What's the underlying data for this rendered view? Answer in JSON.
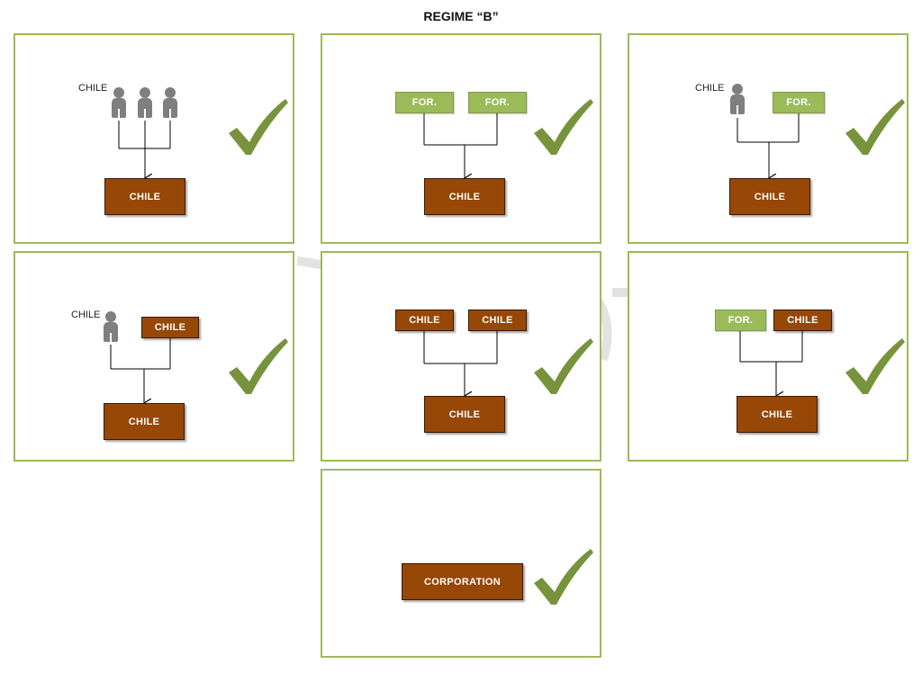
{
  "title": "REGIME “B”",
  "colors": {
    "panel_border": "#9bbb59",
    "chile_box": "#974706",
    "foreign_box": "#9bbb59",
    "check": "#77933c",
    "person": "#7f7f7f"
  },
  "panels": [
    {
      "person_label": "CHILE",
      "shareholders": [
        {
          "kind": "person",
          "icon": "person-icon"
        },
        {
          "kind": "person",
          "icon": "person-icon"
        },
        {
          "kind": "person",
          "icon": "person-icon"
        }
      ],
      "company": "CHILE",
      "status_icon": "checkmark-icon"
    },
    {
      "shareholders": [
        {
          "kind": "box",
          "label": "FOR."
        },
        {
          "kind": "box",
          "label": "FOR."
        }
      ],
      "company": "CHILE",
      "status_icon": "checkmark-icon"
    },
    {
      "person_label": "CHILE",
      "shareholders": [
        {
          "kind": "person",
          "icon": "person-icon"
        },
        {
          "kind": "box",
          "label": "FOR."
        }
      ],
      "company": "CHILE",
      "status_icon": "checkmark-icon"
    },
    {
      "person_label": "CHILE",
      "shareholders": [
        {
          "kind": "person",
          "icon": "person-icon"
        },
        {
          "kind": "box",
          "label": "CHILE"
        }
      ],
      "company": "CHILE",
      "status_icon": "checkmark-icon"
    },
    {
      "shareholders": [
        {
          "kind": "box",
          "label": "CHILE"
        },
        {
          "kind": "box",
          "label": "CHILE"
        }
      ],
      "company": "CHILE",
      "status_icon": "checkmark-icon"
    },
    {
      "shareholders": [
        {
          "kind": "box",
          "label": "FOR."
        },
        {
          "kind": "box",
          "label": "CHILE"
        }
      ],
      "company": "CHILE",
      "status_icon": "checkmark-icon"
    },
    {
      "company": "CORPORATION",
      "status_icon": "checkmark-icon"
    }
  ]
}
